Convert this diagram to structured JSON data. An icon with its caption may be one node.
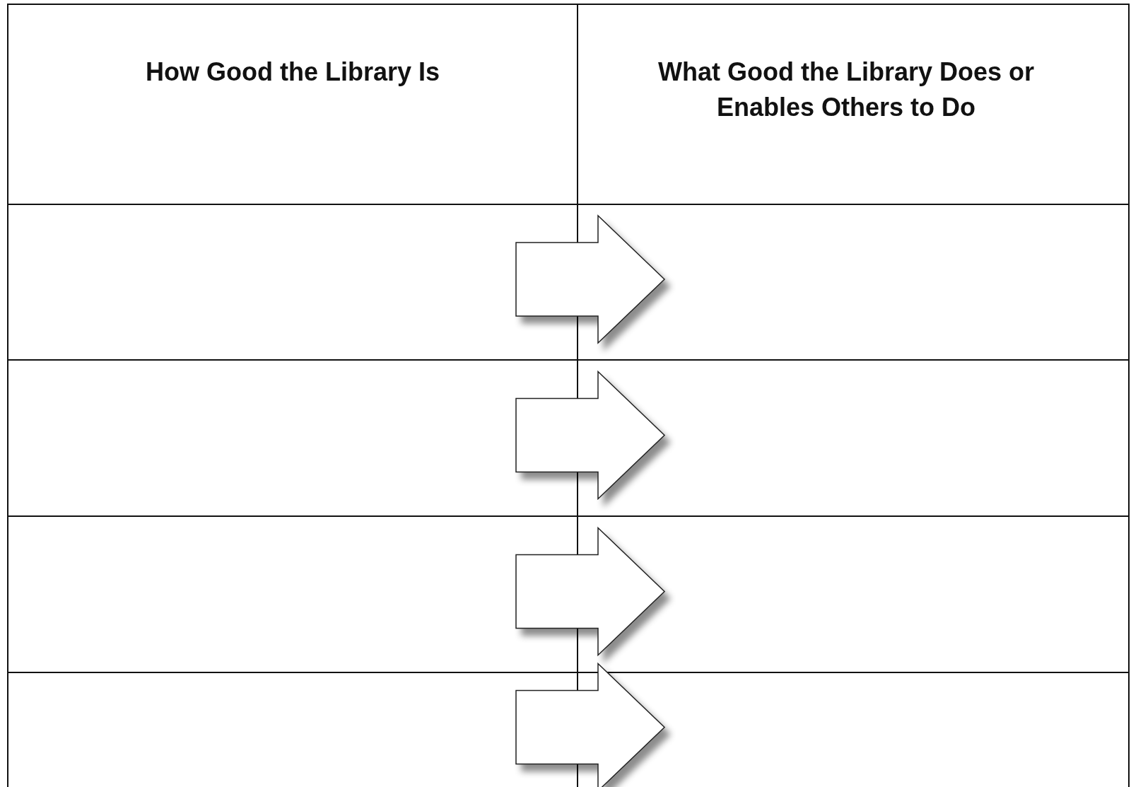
{
  "diagram": {
    "nodes": [
      {
        "text": [
          "How Good the Library Is"
        ]
      },
      {
        "text": [
          "What Good the Library Does or Enables Others to Do"
        ]
      },
      {
        "text": [],
        "shape": "box"
      },
      {
        "text": [],
        "shape": "box"
      },
      {
        "text": [],
        "shape": "box"
      },
      {
        "text": [],
        "shape": "box"
      },
      {
        "text": [],
        "shape": "box"
      },
      {
        "text": [],
        "shape": "box"
      },
      {
        "text": [],
        "shape": "box"
      },
      {
        "text": [],
        "shape": "box"
      }
    ],
    "edges": [
      {
        "from": 2,
        "to": 3,
        "arrow": "to"
      },
      {
        "from": 4,
        "to": 5,
        "arrow": "to"
      },
      {
        "from": 6,
        "to": 7,
        "arrow": "to"
      },
      {
        "from": 8,
        "to": 9,
        "arrow": "to"
      }
    ]
  }
}
